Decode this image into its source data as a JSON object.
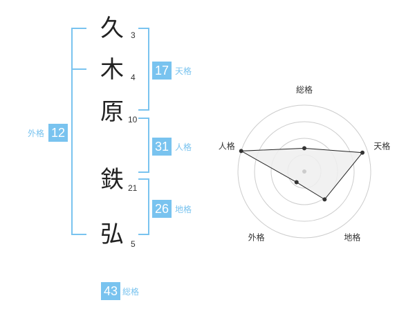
{
  "name": {
    "characters": [
      {
        "char": "久",
        "strokes": "3"
      },
      {
        "char": "木",
        "strokes": "4"
      },
      {
        "char": "原",
        "strokes": "10"
      },
      {
        "char": "鉄",
        "strokes": "21"
      },
      {
        "char": "弘",
        "strokes": "5"
      }
    ]
  },
  "fortune": {
    "tenkaku": {
      "value": "17",
      "label": "天格"
    },
    "jinkaku": {
      "value": "31",
      "label": "人格"
    },
    "chikaku": {
      "value": "26",
      "label": "地格"
    },
    "gaikaku": {
      "value": "12",
      "label": "外格"
    },
    "soukaku": {
      "value": "43",
      "label": "総格"
    }
  },
  "chart_data": {
    "type": "radar",
    "axes": [
      "総格",
      "天格",
      "地格",
      "外格",
      "人格"
    ],
    "values": [
      0.35,
      0.92,
      0.52,
      0.2,
      1.0
    ],
    "rings": 4,
    "colors": {
      "accent": "#79c3ef",
      "fill": "#eeeeee",
      "line": "#222222",
      "grid": "#cccccc"
    }
  }
}
